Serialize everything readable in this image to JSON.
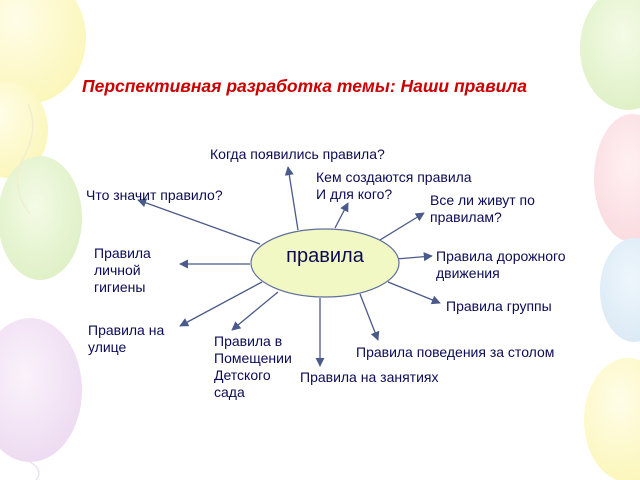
{
  "title": "Перспективная разработка темы: Наши правила",
  "center": "правила",
  "nodes": {
    "when": "Когда появились правила?",
    "who_1": "Кем создаются правила",
    "who_2": "И для кого?",
    "means": "Что значит правило?",
    "all_1": "Все ли живут по",
    "all_2": "правилам?",
    "hygiene_1": "Правила",
    "hygiene_2": "личной",
    "hygiene_3": "гигиены",
    "road_1": "Правила дорожного",
    "road_2": "движения",
    "group": "Правила группы",
    "street_1": "Правила на",
    "street_2": "улице",
    "indoor_1": "Правила в",
    "indoor_2": "Помещении",
    "indoor_3": "Детского",
    "indoor_4": "сада",
    "table": "Правила поведения за столом",
    "lessons": "Правила на занятиях"
  },
  "colors": {
    "title": "#cc0000",
    "text": "#0b0b55",
    "arrow": "#4a5a8a",
    "ellipse_fill": "#f2f8c4",
    "ellipse_stroke": "#5f6f9a"
  }
}
